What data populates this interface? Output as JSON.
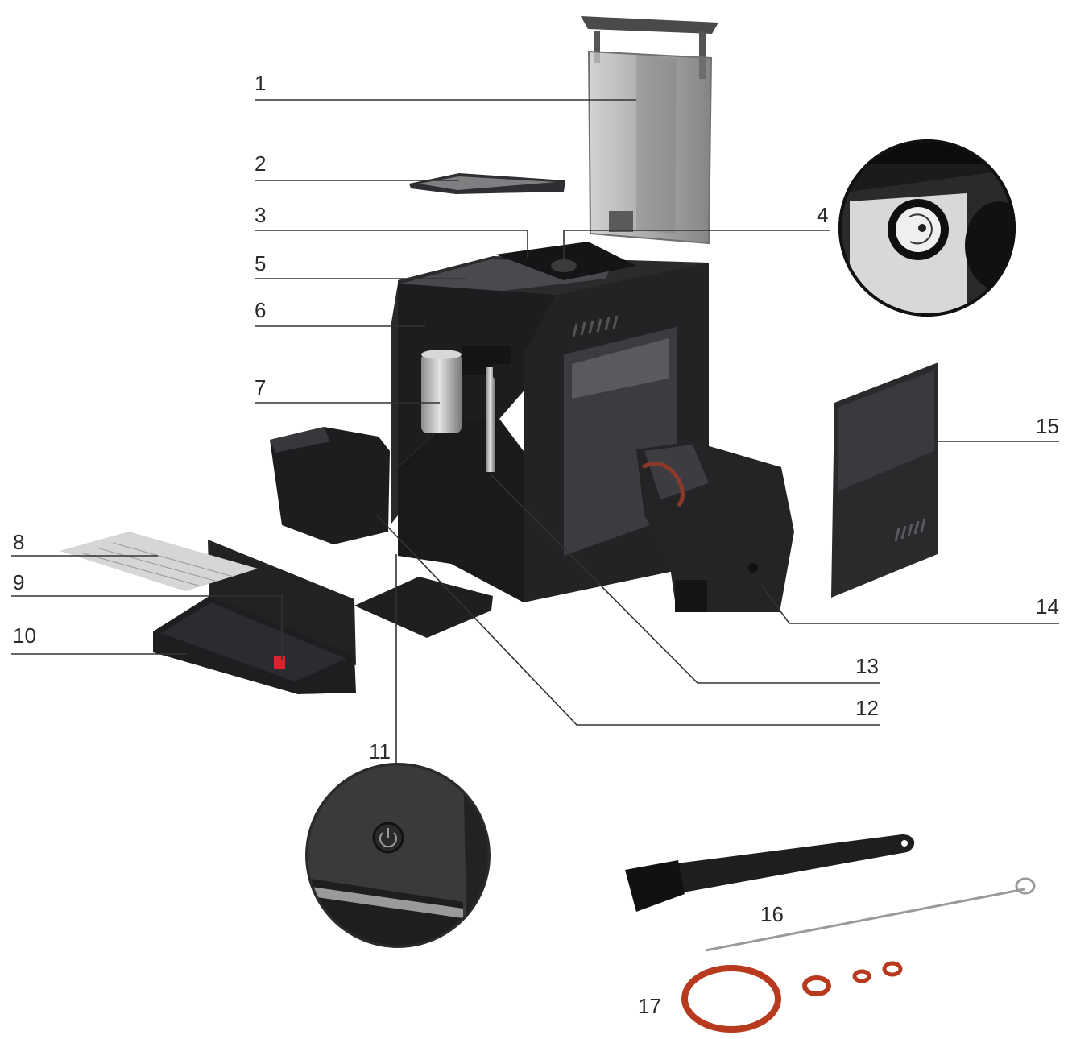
{
  "diagram": {
    "labels": {
      "p1": "1",
      "p2": "2",
      "p3": "3",
      "p4": "4",
      "p5": "5",
      "p6": "6",
      "p7": "7",
      "p8": "8",
      "p9": "9",
      "p10": "10",
      "p11": "11",
      "p12": "12",
      "p13": "13",
      "p14": "14",
      "p15": "15",
      "p16": "16",
      "p17": "17"
    },
    "colors": {
      "body": "#1e1e20",
      "body_light": "#2e2e31",
      "tank": "#9a9a9a",
      "gasket": "#b83a1e",
      "button_red": "#e0202a",
      "steel": "#b9b9b9"
    }
  }
}
